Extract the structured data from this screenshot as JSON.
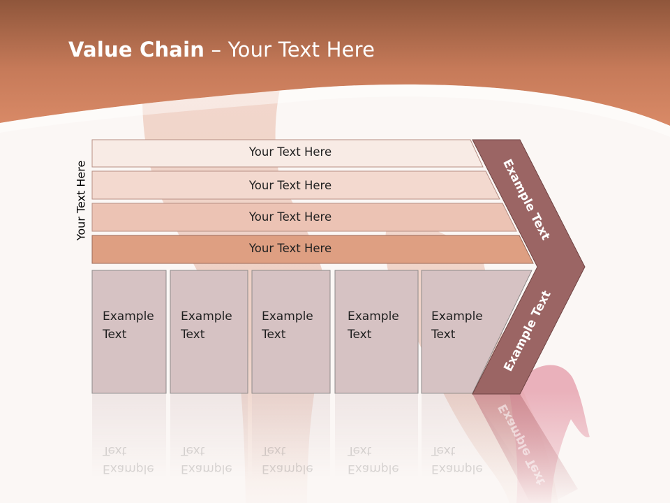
{
  "title": {
    "bold": "Value Chain",
    "rest": " – Your Text Here"
  },
  "side_label": "Your Text Here",
  "rows": [
    {
      "label": "Your Text Here"
    },
    {
      "label": "Your Text Here"
    },
    {
      "label": "Your Text Here"
    },
    {
      "label": "Your Text Here"
    }
  ],
  "boxes": [
    {
      "line1": "Example",
      "line2": "Text"
    },
    {
      "line1": "Example",
      "line2": "Text"
    },
    {
      "line1": "Example",
      "line2": "Text"
    },
    {
      "line1": "Example",
      "line2": "Text"
    },
    {
      "line1": "Example",
      "line2": "Text"
    }
  ],
  "chevron": {
    "upper": "Example Text",
    "lower": "Example Text"
  },
  "colors": {
    "header": "#c67a59",
    "row_1": "#f8ebe5",
    "row_2": "#f3d9cf",
    "row_3": "#ecc3b4",
    "row_4": "#de9f82",
    "box": "#d6c2c3",
    "chevron": "#9b6564"
  }
}
